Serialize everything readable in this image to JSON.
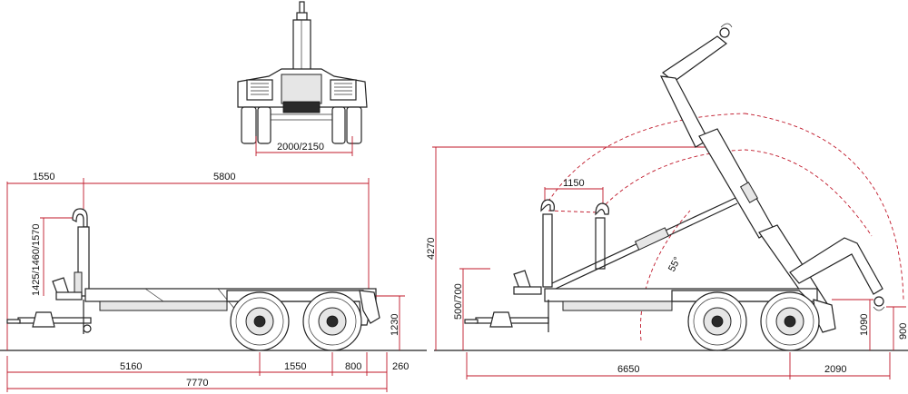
{
  "front_view": {
    "track_label": "2000/2150"
  },
  "side_view": {
    "overhang_front": "1550",
    "overall_top": "5800",
    "hook_height": "1425/1460/1570",
    "frame_height": "1230",
    "dim_bottom_1": "5160",
    "dim_bottom_2": "1550",
    "dim_bottom_3": "800",
    "dim_bottom_4": "260",
    "overall_length": "7770"
  },
  "tipping_view": {
    "total_height": "4270",
    "hook_travel": "1150",
    "drawbar_height": "500/700",
    "angle": "55°",
    "pivot_height": "1090",
    "hook_end_height": "900",
    "dim_length": "6650",
    "dim_rear": "2090"
  }
}
